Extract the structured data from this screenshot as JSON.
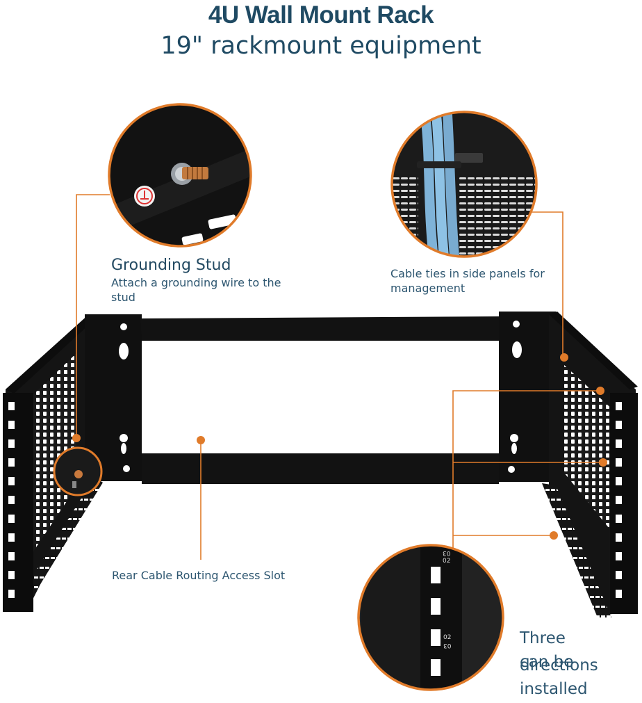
{
  "header": {
    "title": "4U Wall Mount Rack",
    "subtitle": "19\" rackmount equipment"
  },
  "callouts": {
    "grounding": {
      "heading": "Grounding Stud",
      "text": "Attach a grounding wire to the stud"
    },
    "cable_ties": {
      "text": "Cable ties in side panels for management"
    },
    "rear_slot": {
      "text": "Rear Cable Routing Access Slot"
    },
    "directions": {
      "line1": "Three directions",
      "line2": "can be installed"
    }
  },
  "rack_markings": {
    "top_label": "03",
    "top_label_2": "02",
    "mid_label": "02",
    "mid_label_2": "03"
  },
  "colors": {
    "accent": "#e07b2a",
    "heading": "#1f4a63",
    "text": "#2d5670",
    "rack": "#111111"
  }
}
